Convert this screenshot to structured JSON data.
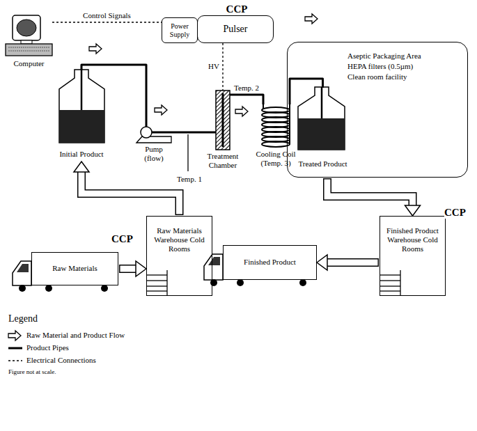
{
  "diagram": {
    "nodes": [
      {
        "text": [
          "Computer"
        ]
      },
      {
        "text": [
          "Power Supply"
        ]
      },
      {
        "text": [
          "Pulser"
        ]
      },
      {
        "text": [
          "Initial Product"
        ]
      },
      {
        "text": [
          "Pump (flow)"
        ]
      },
      {
        "text": [
          "Treatment Chamber"
        ]
      },
      {
        "text": [
          "Cooling Coil (Temp. 3)"
        ]
      },
      {
        "text": [
          "Aseptic Packaging Area",
          "HEPA filters (0.5µm)",
          "Clean room facility"
        ]
      },
      {
        "text": [
          "Treated Product"
        ],
        "in": 7
      },
      {
        "text": [
          "Raw Materials"
        ]
      },
      {
        "text": [
          "Raw Materials Warehouse Cold Rooms"
        ]
      },
      {
        "text": [
          "Finished Product Warehouse Cold Rooms"
        ]
      },
      {
        "text": [
          "Finished Product"
        ]
      }
    ],
    "edges": [
      {
        "from": 0,
        "to": 1,
        "label": "Control Signals",
        "arrow": "none"
      },
      {
        "from": 2,
        "to": 5,
        "label": "HV",
        "arrow": "none"
      },
      {
        "from": 3,
        "to": 4,
        "arrow": "none"
      },
      {
        "from": 4,
        "to": 5,
        "arrow": "none"
      },
      {
        "from": 5,
        "to": 6,
        "label": "Temp. 2",
        "arrow": "none"
      },
      {
        "from": 6,
        "to": 8,
        "arrow": "none"
      },
      {
        "from": 9,
        "to": 10,
        "arrow": "to"
      },
      {
        "from": 10,
        "to": 3,
        "arrow": "to"
      },
      {
        "from": 7,
        "to": 11,
        "arrow": "to"
      },
      {
        "from": 11,
        "to": 12,
        "arrow": "to"
      }
    ],
    "labels": [
      "CCP",
      "Temp. 1",
      "CCP",
      "CCP",
      "Legend",
      "Figure not at scale."
    ],
    "legend": [
      {
        "text": "Raw Material and Product Flow"
      },
      {
        "text": "Product Pipes"
      },
      {
        "text": "Electrical Connections"
      }
    ]
  }
}
